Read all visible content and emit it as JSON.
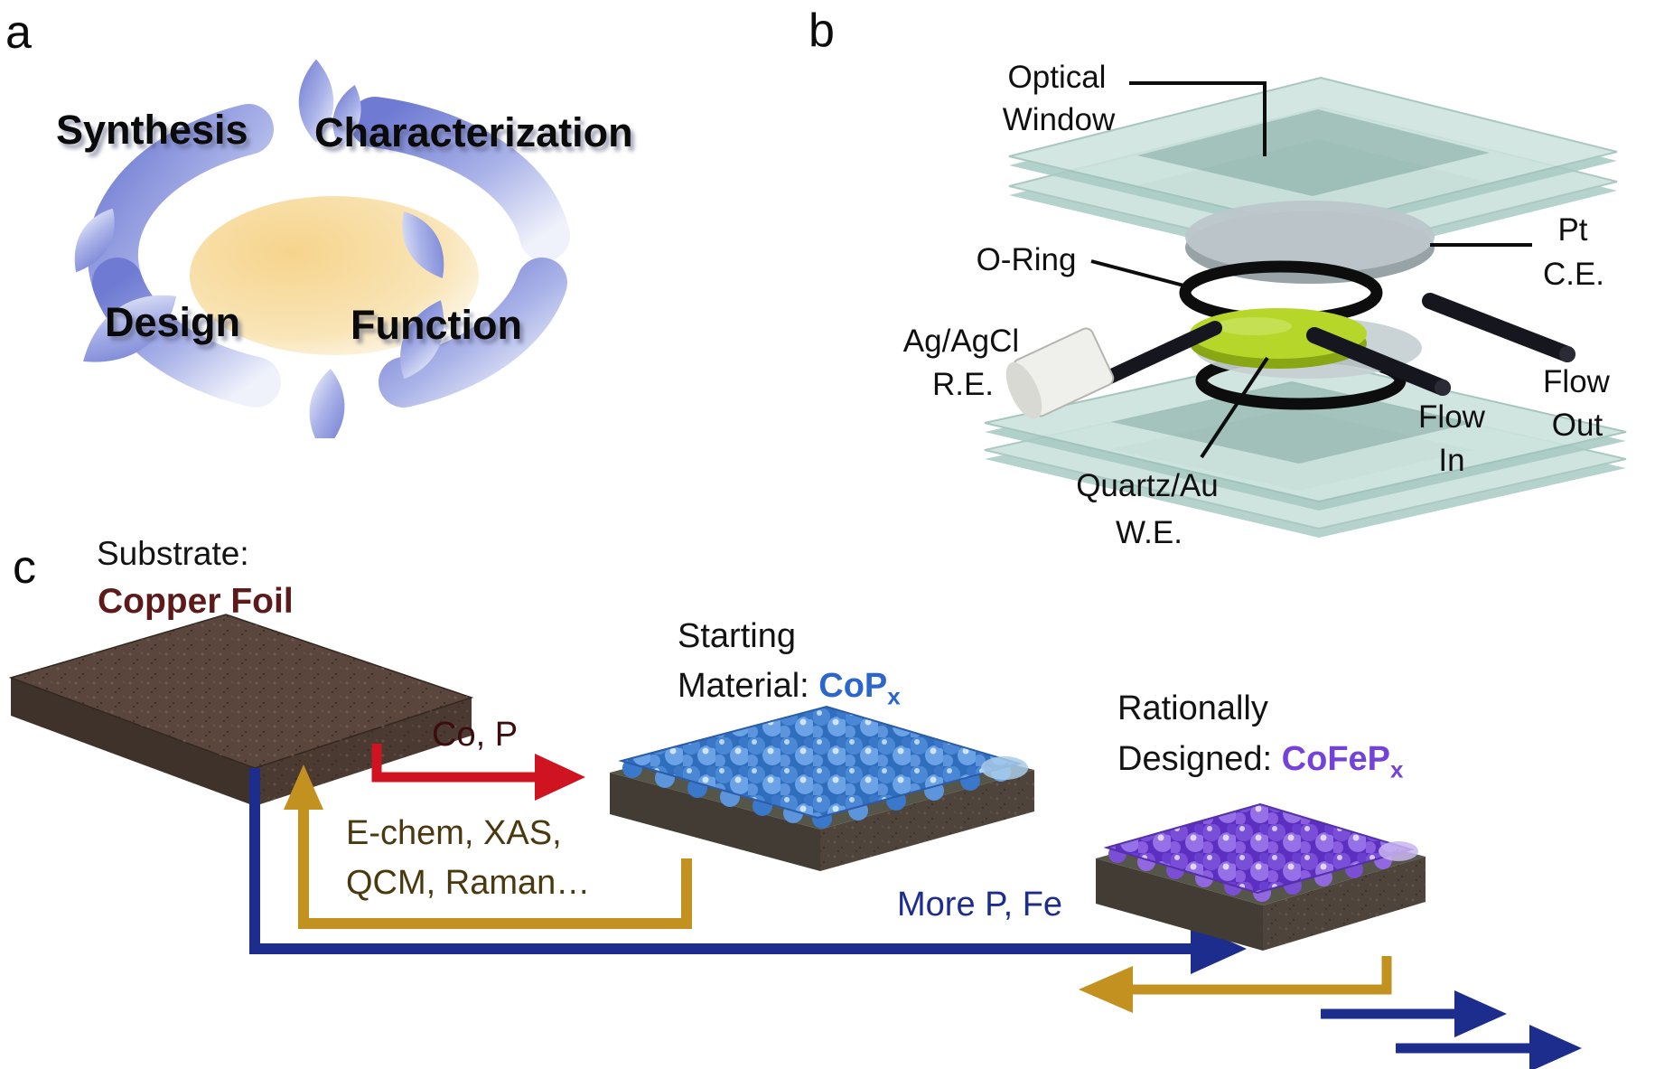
{
  "figure": {
    "panel_a": {
      "label": "a",
      "cycle": {
        "top_left": "Synthesis",
        "top_right": "Characterization",
        "bottom_left": "Design",
        "bottom_right": "Function"
      }
    },
    "panel_b": {
      "label": "b",
      "annotations": {
        "optical_window_1": "Optical",
        "optical_window_2": "Window",
        "o_ring": "O-Ring",
        "counter_1": "Pt",
        "counter_2": "C.E.",
        "reference_1": "Ag/AgCl",
        "reference_2": "R.E.",
        "flow_in_1": "Flow",
        "flow_in_2": "In",
        "flow_out_1": "Flow",
        "flow_out_2": "Out",
        "working_1": "Quartz/Au",
        "working_2": "W.E."
      }
    },
    "panel_c": {
      "label": "c",
      "substrate_title": "Substrate:",
      "substrate_name": "Copper Foil",
      "deposition_label": "Co, P",
      "starting_line1": "Starting",
      "starting_line2_prefix": "Material: ",
      "starting_formula": "CoP",
      "starting_formula_sub": "x",
      "characterization_line1": "E-chem, XAS,",
      "characterization_line2": "QCM, Raman…",
      "conversion_label": "More P, Fe",
      "designed_line1": "Rationally",
      "designed_line2_prefix": "Designed: ",
      "designed_formula": "CoFeP",
      "designed_formula_sub": "x"
    }
  },
  "colors": {
    "copper_text": "#5c1a1a",
    "cop_blue": "#2a66cc",
    "cofep_purple": "#7442d8",
    "arrow_red": "#d01320",
    "arrow_gold": "#c3911f",
    "arrow_navy": "#1c2d8e",
    "echem_text": "#4a380f",
    "working_disc_green": "#b6d629",
    "glass_plate_teal": "#c8e0da",
    "cycle_petal_blue": "#6f7bd2",
    "cycle_center_yellow": "#f6d48c",
    "copper_slab_brown": "#5a463d"
  }
}
